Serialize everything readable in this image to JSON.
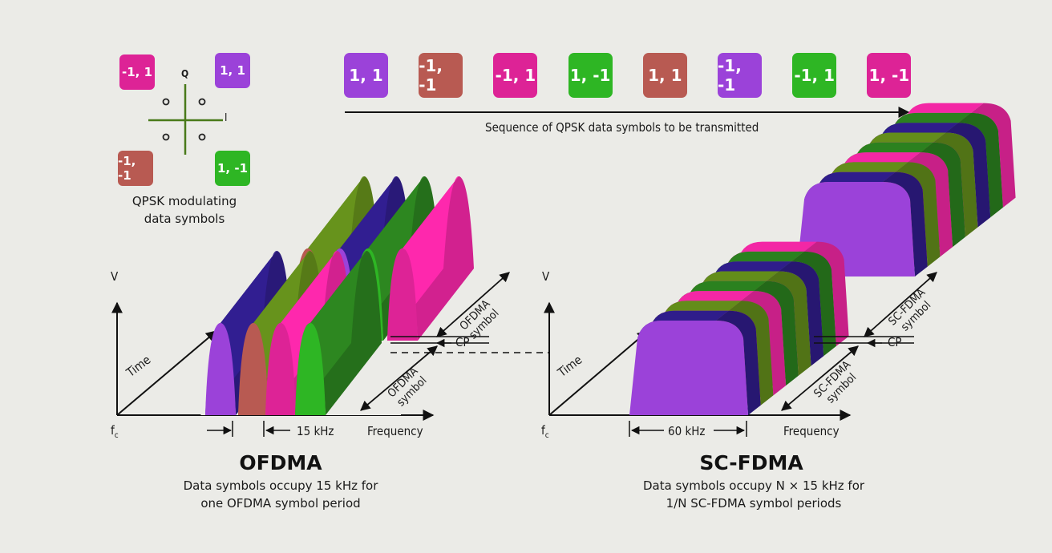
{
  "colors": {
    "purple": "#9b42d9",
    "brick": "#b85a52",
    "magenta": "#dd2396",
    "green": "#2eb624",
    "olive": "#5a8018",
    "navy": "#2b1a7e",
    "darkgreen": "#27751c",
    "background": "#ebebe7"
  },
  "qpsk": {
    "caption_line1": "QPSK modulating",
    "caption_line2": "data symbols",
    "axis_q": "Q",
    "axis_i": "I",
    "symbols": [
      {
        "label": "-1, 1",
        "color": "magenta"
      },
      {
        "label": "1, 1",
        "color": "purple"
      },
      {
        "label": "-1, -1",
        "color": "brick"
      },
      {
        "label": "1, -1",
        "color": "green"
      }
    ]
  },
  "sequence": {
    "caption": "Sequence of QPSK data symbols to be transmitted",
    "symbols": [
      {
        "label": "1, 1",
        "color": "purple"
      },
      {
        "label": "-1, -1",
        "color": "brick"
      },
      {
        "label": "-1, 1",
        "color": "magenta"
      },
      {
        "label": "1, -1",
        "color": "green"
      },
      {
        "label": "1, 1",
        "color": "brick"
      },
      {
        "label": "-1, -1",
        "color": "purple"
      },
      {
        "label": "-1, 1",
        "color": "green"
      },
      {
        "label": "1, -1",
        "color": "magenta"
      }
    ]
  },
  "ofdma": {
    "title": "OFDMA",
    "subtitle_line1": "Data symbols occupy 15 kHz for",
    "subtitle_line2": "one OFDMA symbol period",
    "v_label": "V",
    "time_label": "Time",
    "fc_label": "f",
    "fc_sub": "c",
    "frequency_label": "Frequency",
    "bandwidth_label": "15 kHz",
    "cp_label": "CP",
    "symbol_label_line1": "OFDMA",
    "symbol_label_line2": "symbol"
  },
  "scfdma": {
    "title": "SC-FDMA",
    "subtitle_line1": "Data symbols occupy N × 15 kHz for",
    "subtitle_line2": "1/N SC-FDMA symbol periods",
    "v_label": "V",
    "time_label": "Time",
    "fc_label": "f",
    "fc_sub": "c",
    "frequency_label": "Frequency",
    "bandwidth_label": "60 kHz",
    "cp_label": "CP",
    "symbol_label_line1": "SC-FDMA",
    "symbol_label_line2": "symbol"
  }
}
